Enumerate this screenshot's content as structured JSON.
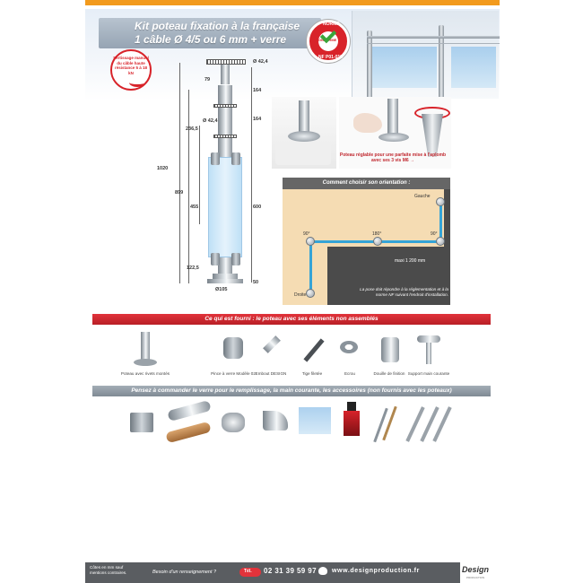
{
  "header": {
    "title_line1": "Kit poteau fixation à la française",
    "title_line2": "1 câble Ø 4/5 ou 6 mm + verre",
    "badge_top": "NORME",
    "badge_mid": "CONFORME",
    "badge_bottom": "NF P01-012"
  },
  "drawing": {
    "sticker": "Sertissage manuel du câble haute résistance 5 à 18 kN",
    "dims": {
      "top_diameter": "Ø 42,4",
      "tube_diameter": "Ø 42,4",
      "base_diameter": "Ø105",
      "d79": "79",
      "d164a": "164",
      "d164b": "164",
      "d236": "236,5",
      "d1020": "1020",
      "d899": "899",
      "d455": "455",
      "d600": "600",
      "d122": "122,5",
      "d50": "50"
    }
  },
  "photos": {
    "caption": "Poteau réglable pour une parfaite mise à l'aplomb avec ses 3 vis M6 →"
  },
  "orientation": {
    "title": "Comment choisir son orientation :",
    "gauche": "Gauche",
    "droite": "Droite",
    "a90_left": "90°",
    "a180": "180°",
    "a90_right": "90°",
    "maxi": "maxi 1 200 mm",
    "note": "La pose doit répondre à la réglementation et à la norme NF suivant l'endroit d'installation."
  },
  "supplied": {
    "title": "Ce qui est fourni : le poteau avec ses éléments non assemblés",
    "items": [
      {
        "label": "Poteau avec rivets montés"
      },
      {
        "label": "Pince à verre Modèle 02"
      },
      {
        "label": "Embout DESIGN"
      },
      {
        "label": "Tige filetée"
      },
      {
        "label": "Ecrou"
      },
      {
        "label": "Douille de finition"
      },
      {
        "label": "Support main courante"
      }
    ]
  },
  "accessories": {
    "title": "Pensez à commander le verre pour le remplissage, la main courante, les accessoires (non fournis avec les poteaux)"
  },
  "footer": {
    "note_line1": "Côtes en mm sauf",
    "note_line2": "mentions contraires.",
    "help": "Besoin d'un renseignement ?",
    "tel_label": "Tél.",
    "phone": "02 31 39 59 97",
    "website": "www.designproduction.fr",
    "logo": "Design",
    "logo_sub": "PRODUCTION"
  },
  "colors": {
    "accent_orange": "#f29a1d",
    "accent_red": "#e2333b",
    "grey_bar": "#8f9aa4",
    "path_blue": "#36a4d6",
    "floor": "#f5dcb3"
  }
}
